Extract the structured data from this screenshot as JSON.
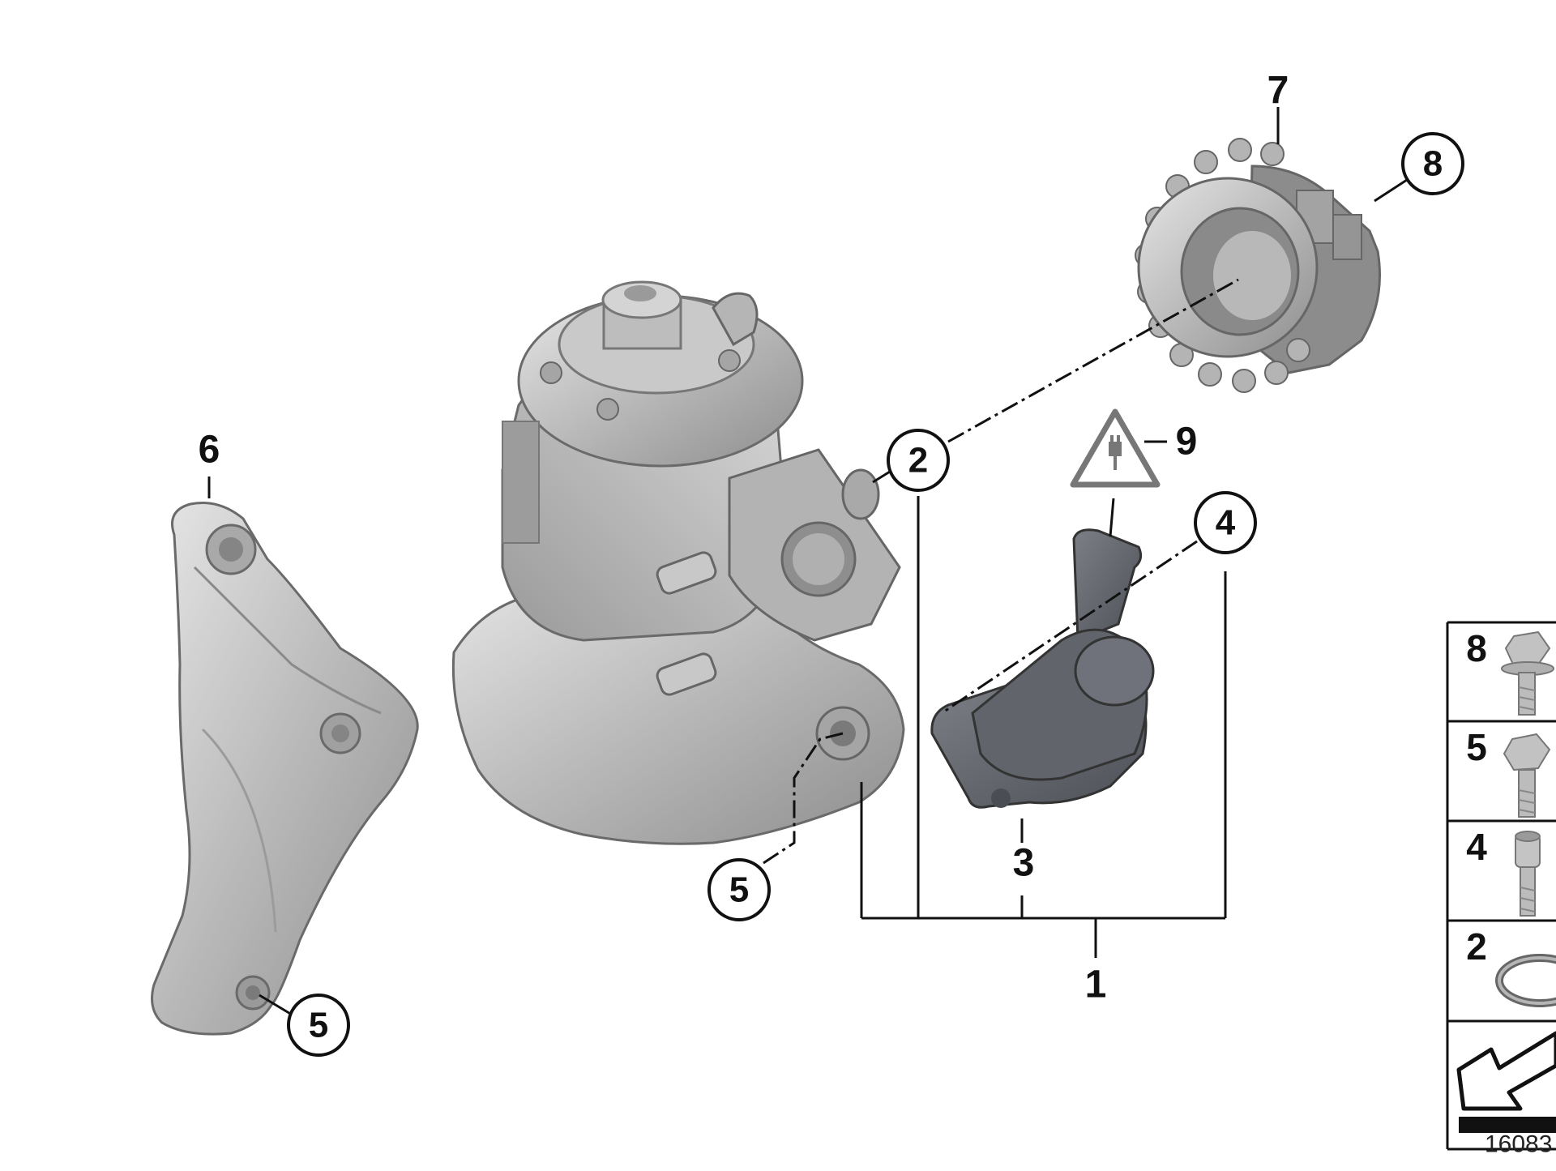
{
  "diagram": {
    "drawing_number": "16083",
    "callouts": {
      "c1": "1",
      "c2": "2",
      "c3": "3",
      "c4": "4",
      "c5a": "5",
      "c5b": "5",
      "c6": "6",
      "c7": "7",
      "c8": "8",
      "c9": "9"
    },
    "legend": [
      {
        "label": "8",
        "icon": "flange-bolt-icon"
      },
      {
        "label": "5",
        "icon": "hex-bolt-icon"
      },
      {
        "label": "4",
        "icon": "socket-cap-screw-icon"
      },
      {
        "label": "2",
        "icon": "o-ring-icon"
      },
      {
        "label": "",
        "icon": "reference-arrow-icon"
      }
    ]
  }
}
